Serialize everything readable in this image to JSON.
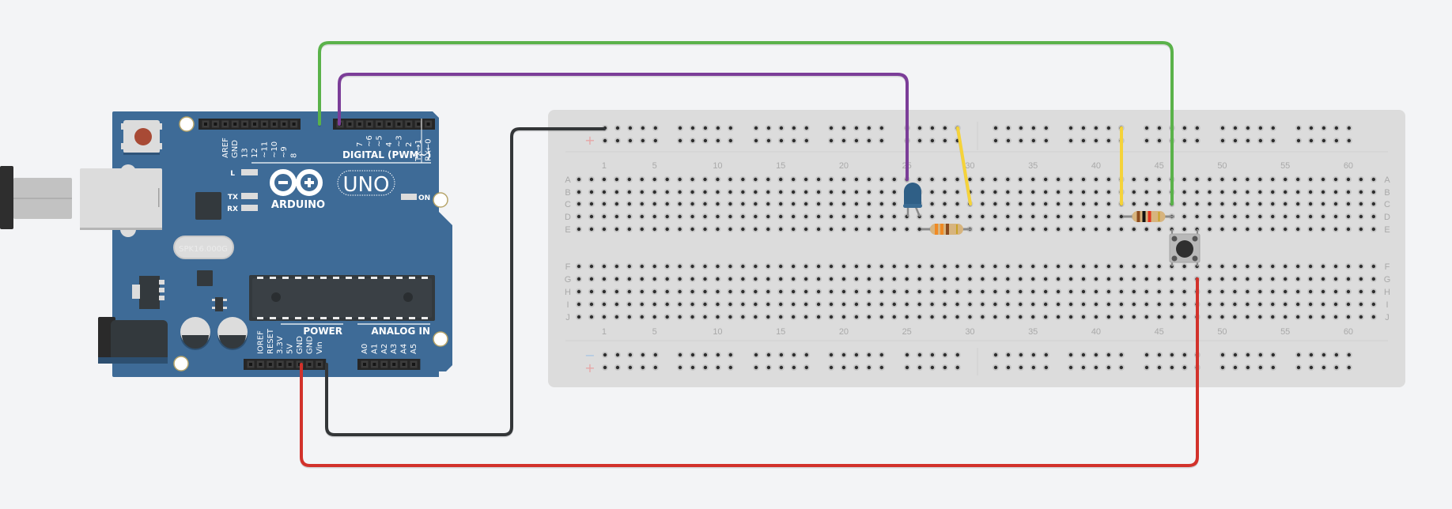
{
  "canvas": {
    "background": "#f3f4f6"
  },
  "arduino": {
    "model_name": "ARDUINO",
    "model_badge": "UNO",
    "board_color": "#3e6b97",
    "crystal_text": "SPK16.000G",
    "digital_header_title": "DIGITAL (PWM~)",
    "digital_pins_left": [
      "AREF",
      "GND",
      "13",
      "12",
      "~11",
      "~10",
      "~9",
      "8"
    ],
    "digital_pins_right": [
      "7",
      "~6",
      "~5",
      "4",
      "~3",
      "2",
      "TX→1",
      "RX←0"
    ],
    "power_header_title": "POWER",
    "power_pins": [
      "IOREF",
      "RESET",
      "3.3V",
      "5V",
      "GND",
      "GND",
      "Vin"
    ],
    "analog_header_title": "ANALOG IN",
    "analog_pins": [
      "A0",
      "A1",
      "A2",
      "A3",
      "A4",
      "A5"
    ],
    "led_labels": {
      "l": "L",
      "tx": "TX",
      "rx": "RX",
      "on": "ON"
    },
    "reset_button_color": "#a84a35"
  },
  "breadboard": {
    "top_row_labels": [
      "A",
      "B",
      "C",
      "D",
      "E"
    ],
    "bottom_row_labels": [
      "F",
      "G",
      "H",
      "I",
      "J"
    ],
    "column_numbers": [
      "1",
      "5",
      "10",
      "15",
      "20",
      "25",
      "30",
      "35",
      "40",
      "45",
      "50",
      "55",
      "60"
    ],
    "rail_plus_symbol": "+",
    "rail_minus_symbol": "−",
    "rail_plus_color": "#e6a6a6",
    "rail_minus_color": "#a7c5e3"
  },
  "components": {
    "led": {
      "name": "LED",
      "color": "#2f5f86"
    },
    "resistor_1": {
      "name": "Resistor",
      "bands": [
        "#f08a24",
        "#f08a24",
        "#8a4a1e",
        "#c9a227"
      ]
    },
    "resistor_2": {
      "name": "Resistor",
      "bands": [
        "#8a4a1e",
        "#111111",
        "#e0331f",
        "#c9a227"
      ]
    },
    "pushbutton": {
      "name": "Pushbutton"
    }
  },
  "wires": [
    {
      "name": "green-wire",
      "color": "#5ab24a",
      "from": "pin 8",
      "to": "breadboard column 46"
    },
    {
      "name": "purple-wire",
      "color": "#7b3d98",
      "from": "pin 7",
      "to": "breadboard column 25"
    },
    {
      "name": "black-wire",
      "color": "#333638",
      "from": "GND",
      "to": "top rail −"
    },
    {
      "name": "red-wire",
      "color": "#d2322b",
      "from": "5V",
      "to": "breadboard column 47"
    },
    {
      "name": "yellow-wire-1",
      "color": "#f5d33a",
      "from": "top rail −",
      "to": "row C"
    },
    {
      "name": "yellow-wire-2",
      "color": "#f5d33a",
      "from": "top rail −",
      "to": "row C"
    }
  ]
}
